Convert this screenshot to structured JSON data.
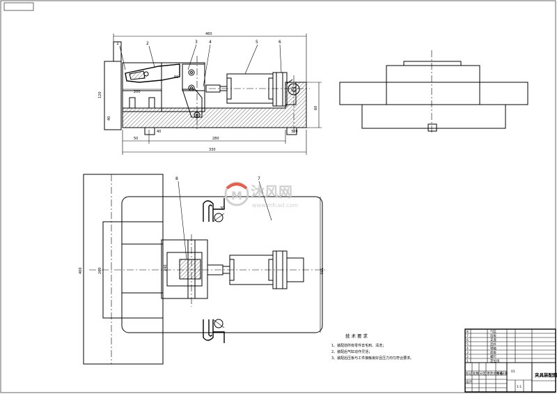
{
  "drawing": {
    "view_labels": {
      "front": [
        "1",
        "2",
        "3",
        "4",
        "5",
        "6"
      ],
      "top": [
        "8",
        "7"
      ]
    },
    "front_dimensions": {
      "overall_top": "460",
      "d60": "60",
      "d200_left": "200",
      "base_width": "330",
      "d40": "40",
      "d50": "50",
      "d280": "280",
      "d320": "320",
      "h60_right": "60",
      "h120_left": "120",
      "h40_left": "40"
    },
    "top_dimensions": {
      "overall_height": "400",
      "mid_height": "260",
      "d240": "240",
      "right_height": "350",
      "d30": "30"
    }
  },
  "watermark": {
    "brand": "沐风网",
    "url": "www.mfcad.com",
    "logo_letter": "M"
  },
  "technical_requirements": {
    "heading": "技术要求",
    "items": [
      "1、装配前所有零件去毛刺、清洗；",
      "2、装配后气缸动作灵活；",
      "3、装配后压板与工件接触良好且压力均匀符合要求。"
    ]
  },
  "title_block": {
    "part_name": "夹具装配图",
    "designer_field": "设计",
    "scale": "1:1",
    "sheet": "01",
    "left_rows": [
      "8",
      "7",
      "6",
      "5",
      "4",
      "3",
      "2",
      "1"
    ],
    "row_items": [
      "气缸",
      "压板",
      "支座",
      "连杆",
      "销轴",
      "底板",
      "螺钉",
      "定位块"
    ],
    "header_cells": [
      "标记",
      "处数",
      "分区",
      "更改文件号",
      "签名",
      "日期"
    ]
  },
  "colors": {
    "line": "#000000",
    "watermark_red": "#e4432b",
    "watermark_gray": "#c8c8c8"
  }
}
